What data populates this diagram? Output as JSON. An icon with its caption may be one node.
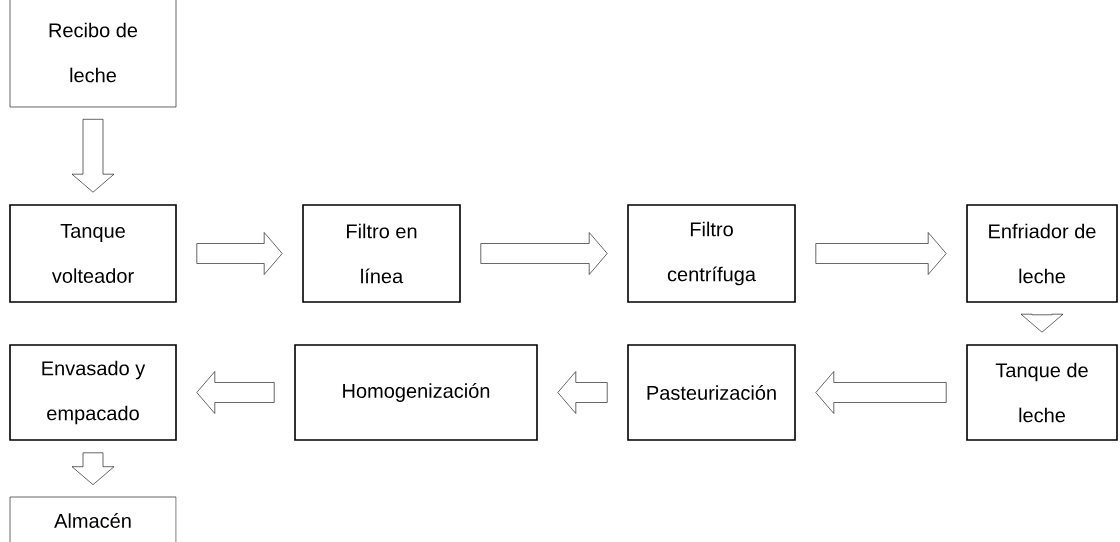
{
  "diagram": {
    "nodes": [
      {
        "text": [
          "Recibo de leche"
        ]
      },
      {
        "text": [
          "Tanque volteador"
        ]
      },
      {
        "text": [
          "Filtro en línea"
        ]
      },
      {
        "text": [
          "Filtro centrífuga"
        ]
      },
      {
        "text": [
          "Enfriador de leche"
        ]
      },
      {
        "text": [
          "Tanque de leche"
        ]
      },
      {
        "text": [
          "Pasteurización"
        ]
      },
      {
        "text": [
          "Homogenización"
        ]
      },
      {
        "text": [
          "Envasado y empacado"
        ]
      },
      {
        "text": [
          "Almacén"
        ]
      }
    ],
    "edges": [
      {
        "from": 0,
        "to": 1,
        "arrow": "to"
      },
      {
        "from": 1,
        "to": 2,
        "arrow": "to"
      },
      {
        "from": 2,
        "to": 3,
        "arrow": "to"
      },
      {
        "from": 3,
        "to": 4,
        "arrow": "to"
      },
      {
        "from": 4,
        "to": 5,
        "arrow": "to"
      },
      {
        "from": 5,
        "to": 6,
        "arrow": "to"
      },
      {
        "from": 6,
        "to": 7,
        "arrow": "to"
      },
      {
        "from": 7,
        "to": 8,
        "arrow": "to"
      },
      {
        "from": 8,
        "to": 9,
        "arrow": "to"
      }
    ]
  }
}
